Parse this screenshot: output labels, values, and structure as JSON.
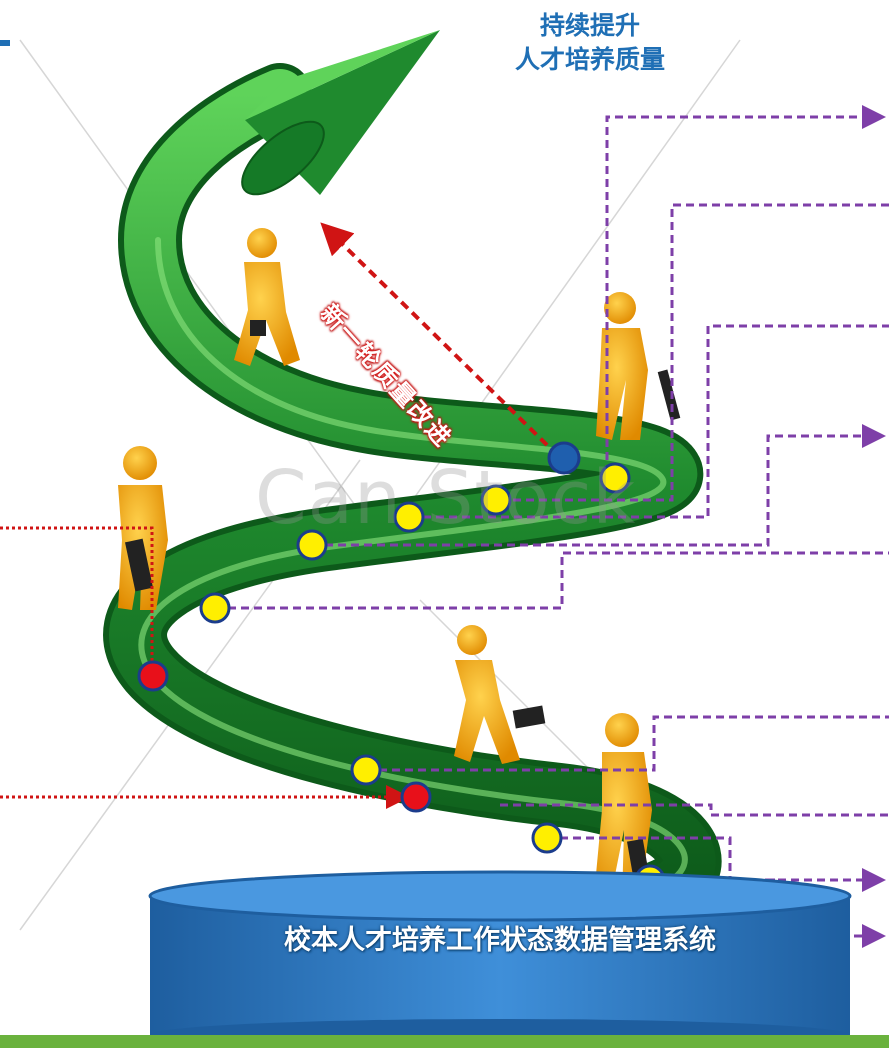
{
  "header": {
    "title_line1": "持续提升",
    "title_line2": "人才培养质量"
  },
  "arrow_label": "新一轮质量改进",
  "watermark": "Can Stock",
  "database": {
    "label": "校本人才培养工作状态数据管理系统"
  },
  "colors": {
    "spiral_green": "#1f8a2e",
    "title_blue": "#1f6fb5",
    "node_yellow": "#ffef00",
    "node_red": "#e8101a",
    "node_blue": "#1f5fae",
    "connector_purple": "#7e3fa8",
    "connector_red": "#d01414",
    "database_blue": "#2e78c7",
    "footer_green": "#6ab23d"
  }
}
